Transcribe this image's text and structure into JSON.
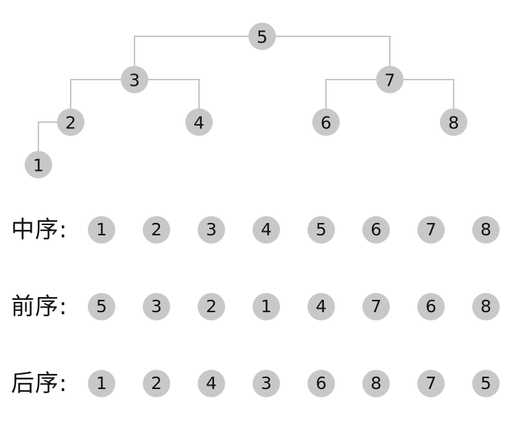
{
  "tree": {
    "nodes": [
      {
        "id": "n5",
        "label": "5"
      },
      {
        "id": "n3",
        "label": "3"
      },
      {
        "id": "n7",
        "label": "7"
      },
      {
        "id": "n2",
        "label": "2"
      },
      {
        "id": "n4",
        "label": "4"
      },
      {
        "id": "n6",
        "label": "6"
      },
      {
        "id": "n8",
        "label": "8"
      },
      {
        "id": "n1",
        "label": "1"
      }
    ],
    "edges": [
      {
        "from": "n5",
        "to": "n3"
      },
      {
        "from": "n5",
        "to": "n7"
      },
      {
        "from": "n3",
        "to": "n2"
      },
      {
        "from": "n3",
        "to": "n4"
      },
      {
        "from": "n7",
        "to": "n6"
      },
      {
        "from": "n7",
        "to": "n8"
      },
      {
        "from": "n2",
        "to": "n1"
      }
    ]
  },
  "traversals": [
    {
      "key": "inorder",
      "label": "中序:",
      "sequence": [
        "1",
        "2",
        "3",
        "4",
        "5",
        "6",
        "7",
        "8"
      ]
    },
    {
      "key": "preorder",
      "label": "前序:",
      "sequence": [
        "5",
        "3",
        "2",
        "1",
        "4",
        "7",
        "6",
        "8"
      ]
    },
    {
      "key": "postorder",
      "label": "后序:",
      "sequence": [
        "1",
        "2",
        "4",
        "3",
        "6",
        "8",
        "7",
        "5"
      ]
    }
  ]
}
